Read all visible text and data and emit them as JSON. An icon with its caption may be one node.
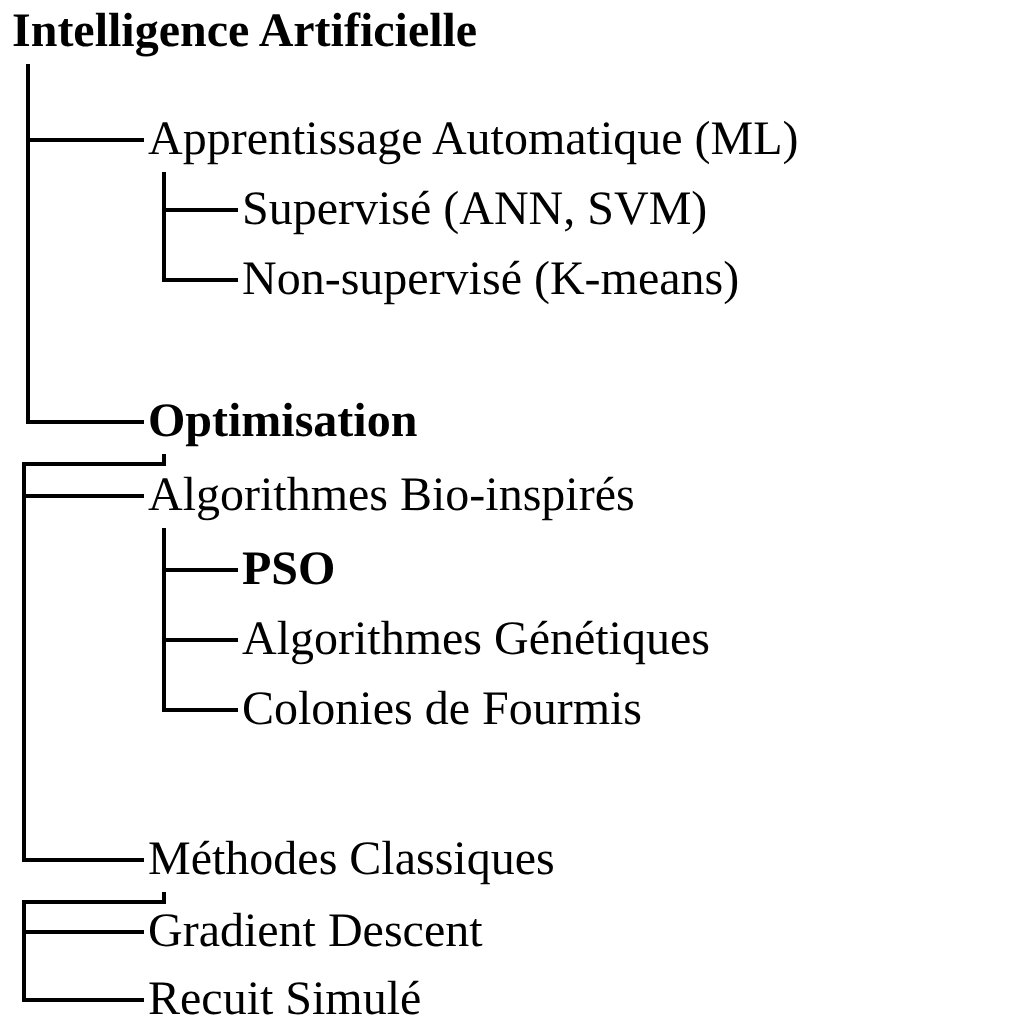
{
  "diagram": {
    "nodes": [
      {
        "text": [
          "Intelligence Artificielle"
        ]
      },
      {
        "text": [
          "Apprentissage Automatique (ML)"
        ]
      },
      {
        "text": [
          "Supervisé (ANN, SVM)"
        ]
      },
      {
        "text": [
          "Non-supervisé (K-means)"
        ]
      },
      {
        "text": [
          "Optimisation"
        ]
      },
      {
        "text": [
          "Algorithmes Bio-inspirés"
        ]
      },
      {
        "text": [
          "PSO"
        ]
      },
      {
        "text": [
          "Algorithmes Génétiques"
        ]
      },
      {
        "text": [
          "Colonies de Fourmis"
        ]
      },
      {
        "text": [
          "Méthodes Classiques"
        ]
      },
      {
        "text": [
          "Gradient Descent"
        ]
      },
      {
        "text": [
          "Recuit Simulé"
        ]
      }
    ],
    "edges": [
      {
        "from": 0,
        "to": 1,
        "arrow": "none"
      },
      {
        "from": 1,
        "to": 2,
        "arrow": "none"
      },
      {
        "from": 1,
        "to": 3,
        "arrow": "none"
      },
      {
        "from": 0,
        "to": 4,
        "arrow": "none"
      },
      {
        "from": 4,
        "to": 5,
        "arrow": "none"
      },
      {
        "from": 5,
        "to": 6,
        "arrow": "none"
      },
      {
        "from": 5,
        "to": 7,
        "arrow": "none"
      },
      {
        "from": 5,
        "to": 8,
        "arrow": "none"
      },
      {
        "from": 4,
        "to": 9,
        "arrow": "none"
      },
      {
        "from": 9,
        "to": 10,
        "arrow": "none"
      },
      {
        "from": 9,
        "to": 11,
        "arrow": "none"
      }
    ]
  }
}
